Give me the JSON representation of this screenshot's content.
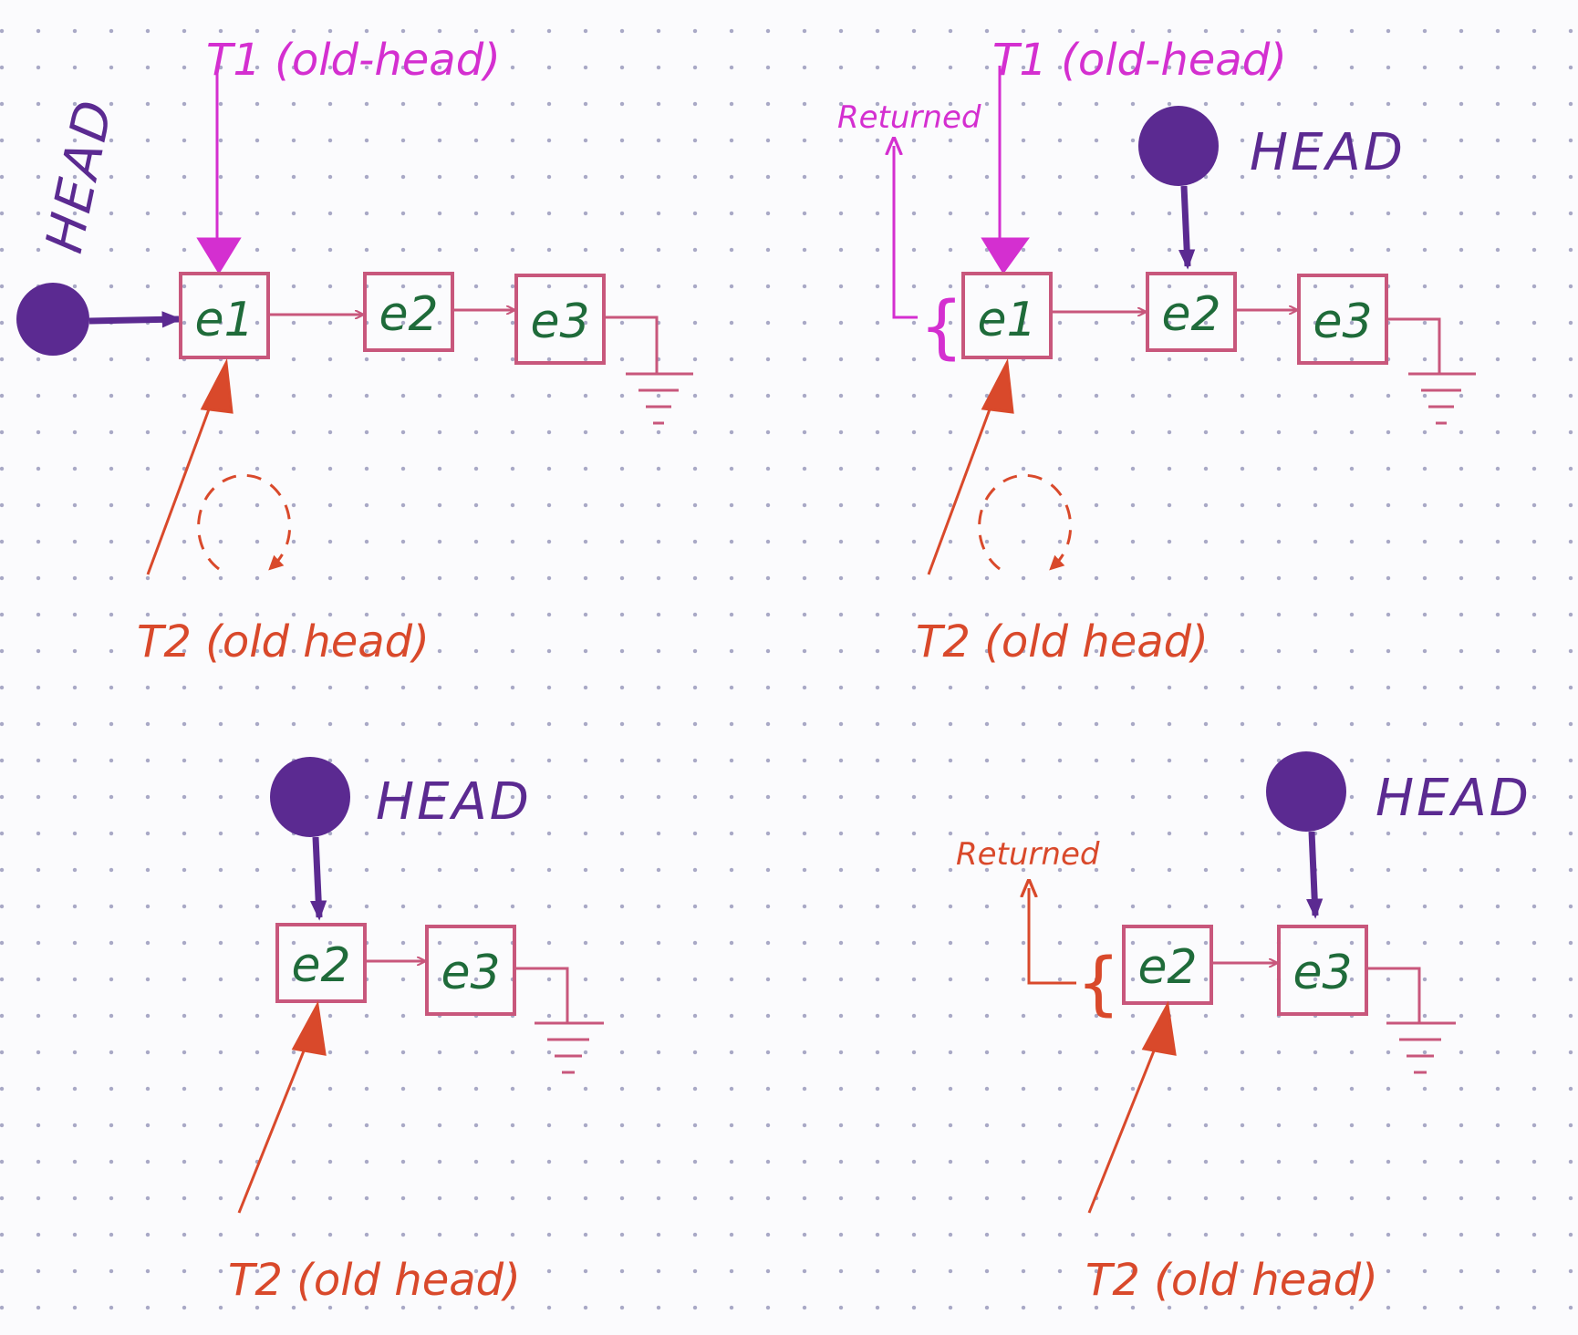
{
  "colors": {
    "pointer": "#5b2a91",
    "node_box": "#c8577c",
    "node_text": "#1f6b3a",
    "t1": "#d42fd0",
    "t2": "#d9492b"
  },
  "labels": {
    "head": "HEAD",
    "t1": "T1 (old-head)",
    "t2": "T2 (old head)",
    "returned": "Returned"
  },
  "panels": [
    {
      "id": "panel-1",
      "nodes": [
        "e1",
        "e2",
        "e3"
      ],
      "head_points_to": "e1",
      "t1_points_to": "e1",
      "t2_points_to": "e1",
      "returned": null
    },
    {
      "id": "panel-2",
      "nodes": [
        "e1",
        "e2",
        "e3"
      ],
      "head_points_to": "e2",
      "t1_points_to": "e1",
      "t2_points_to": "e1",
      "returned": "e1"
    },
    {
      "id": "panel-3",
      "nodes": [
        "e2",
        "e3"
      ],
      "head_points_to": "e2",
      "t2_points_to": "e2",
      "returned": null
    },
    {
      "id": "panel-4",
      "nodes": [
        "e2",
        "e3"
      ],
      "head_points_to": "e3",
      "t2_points_to": "e2",
      "returned": "e2"
    }
  ]
}
